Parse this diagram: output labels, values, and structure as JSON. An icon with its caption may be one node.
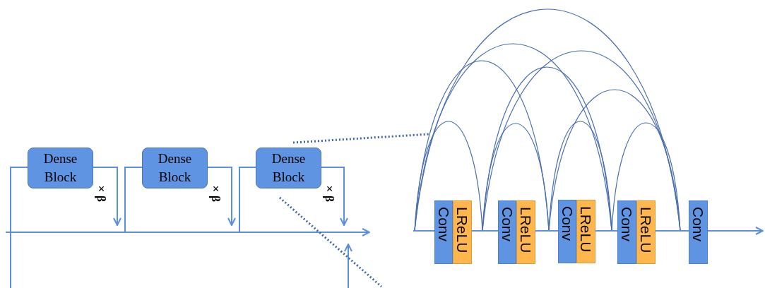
{
  "diagram": {
    "nodes": [
      {
        "text": [
          "Dense Block"
        ],
        "beside": [
          "×β"
        ]
      },
      {
        "text": [
          "Dense Block"
        ],
        "beside": [
          "×β"
        ]
      },
      {
        "text": [
          "Dense Block"
        ],
        "beside": [
          "×β"
        ]
      },
      {
        "text": [
          "Conv"
        ]
      },
      {
        "text": [
          "LReLU"
        ]
      },
      {
        "text": [
          "Conv"
        ]
      },
      {
        "text": [
          "LReLU"
        ]
      },
      {
        "text": [
          "Conv"
        ]
      },
      {
        "text": [
          "LReLU"
        ]
      },
      {
        "text": [
          "Conv"
        ]
      },
      {
        "text": [
          "LReLU"
        ]
      },
      {
        "text": [
          "Conv"
        ]
      }
    ],
    "edges": [
      {
        "from": 0,
        "to": null,
        "arrow": "to"
      },
      {
        "from": 1,
        "to": null,
        "arrow": "to"
      },
      {
        "from": 2,
        "to": null,
        "arrow": "to"
      },
      {
        "from": null,
        "to": 0,
        "arrow": "none"
      },
      {
        "from": null,
        "to": 1,
        "arrow": "none"
      },
      {
        "from": null,
        "to": 2,
        "arrow": "none"
      },
      {
        "from": null,
        "to": 3,
        "arrow": "none"
      },
      {
        "from": 4,
        "to": 5,
        "arrow": "none"
      },
      {
        "from": 6,
        "to": 7,
        "arrow": "none"
      },
      {
        "from": 8,
        "to": 9,
        "arrow": "none"
      },
      {
        "from": 10,
        "to": 11,
        "arrow": "none"
      },
      {
        "from": 11,
        "to": null,
        "arrow": "to"
      }
    ]
  }
}
